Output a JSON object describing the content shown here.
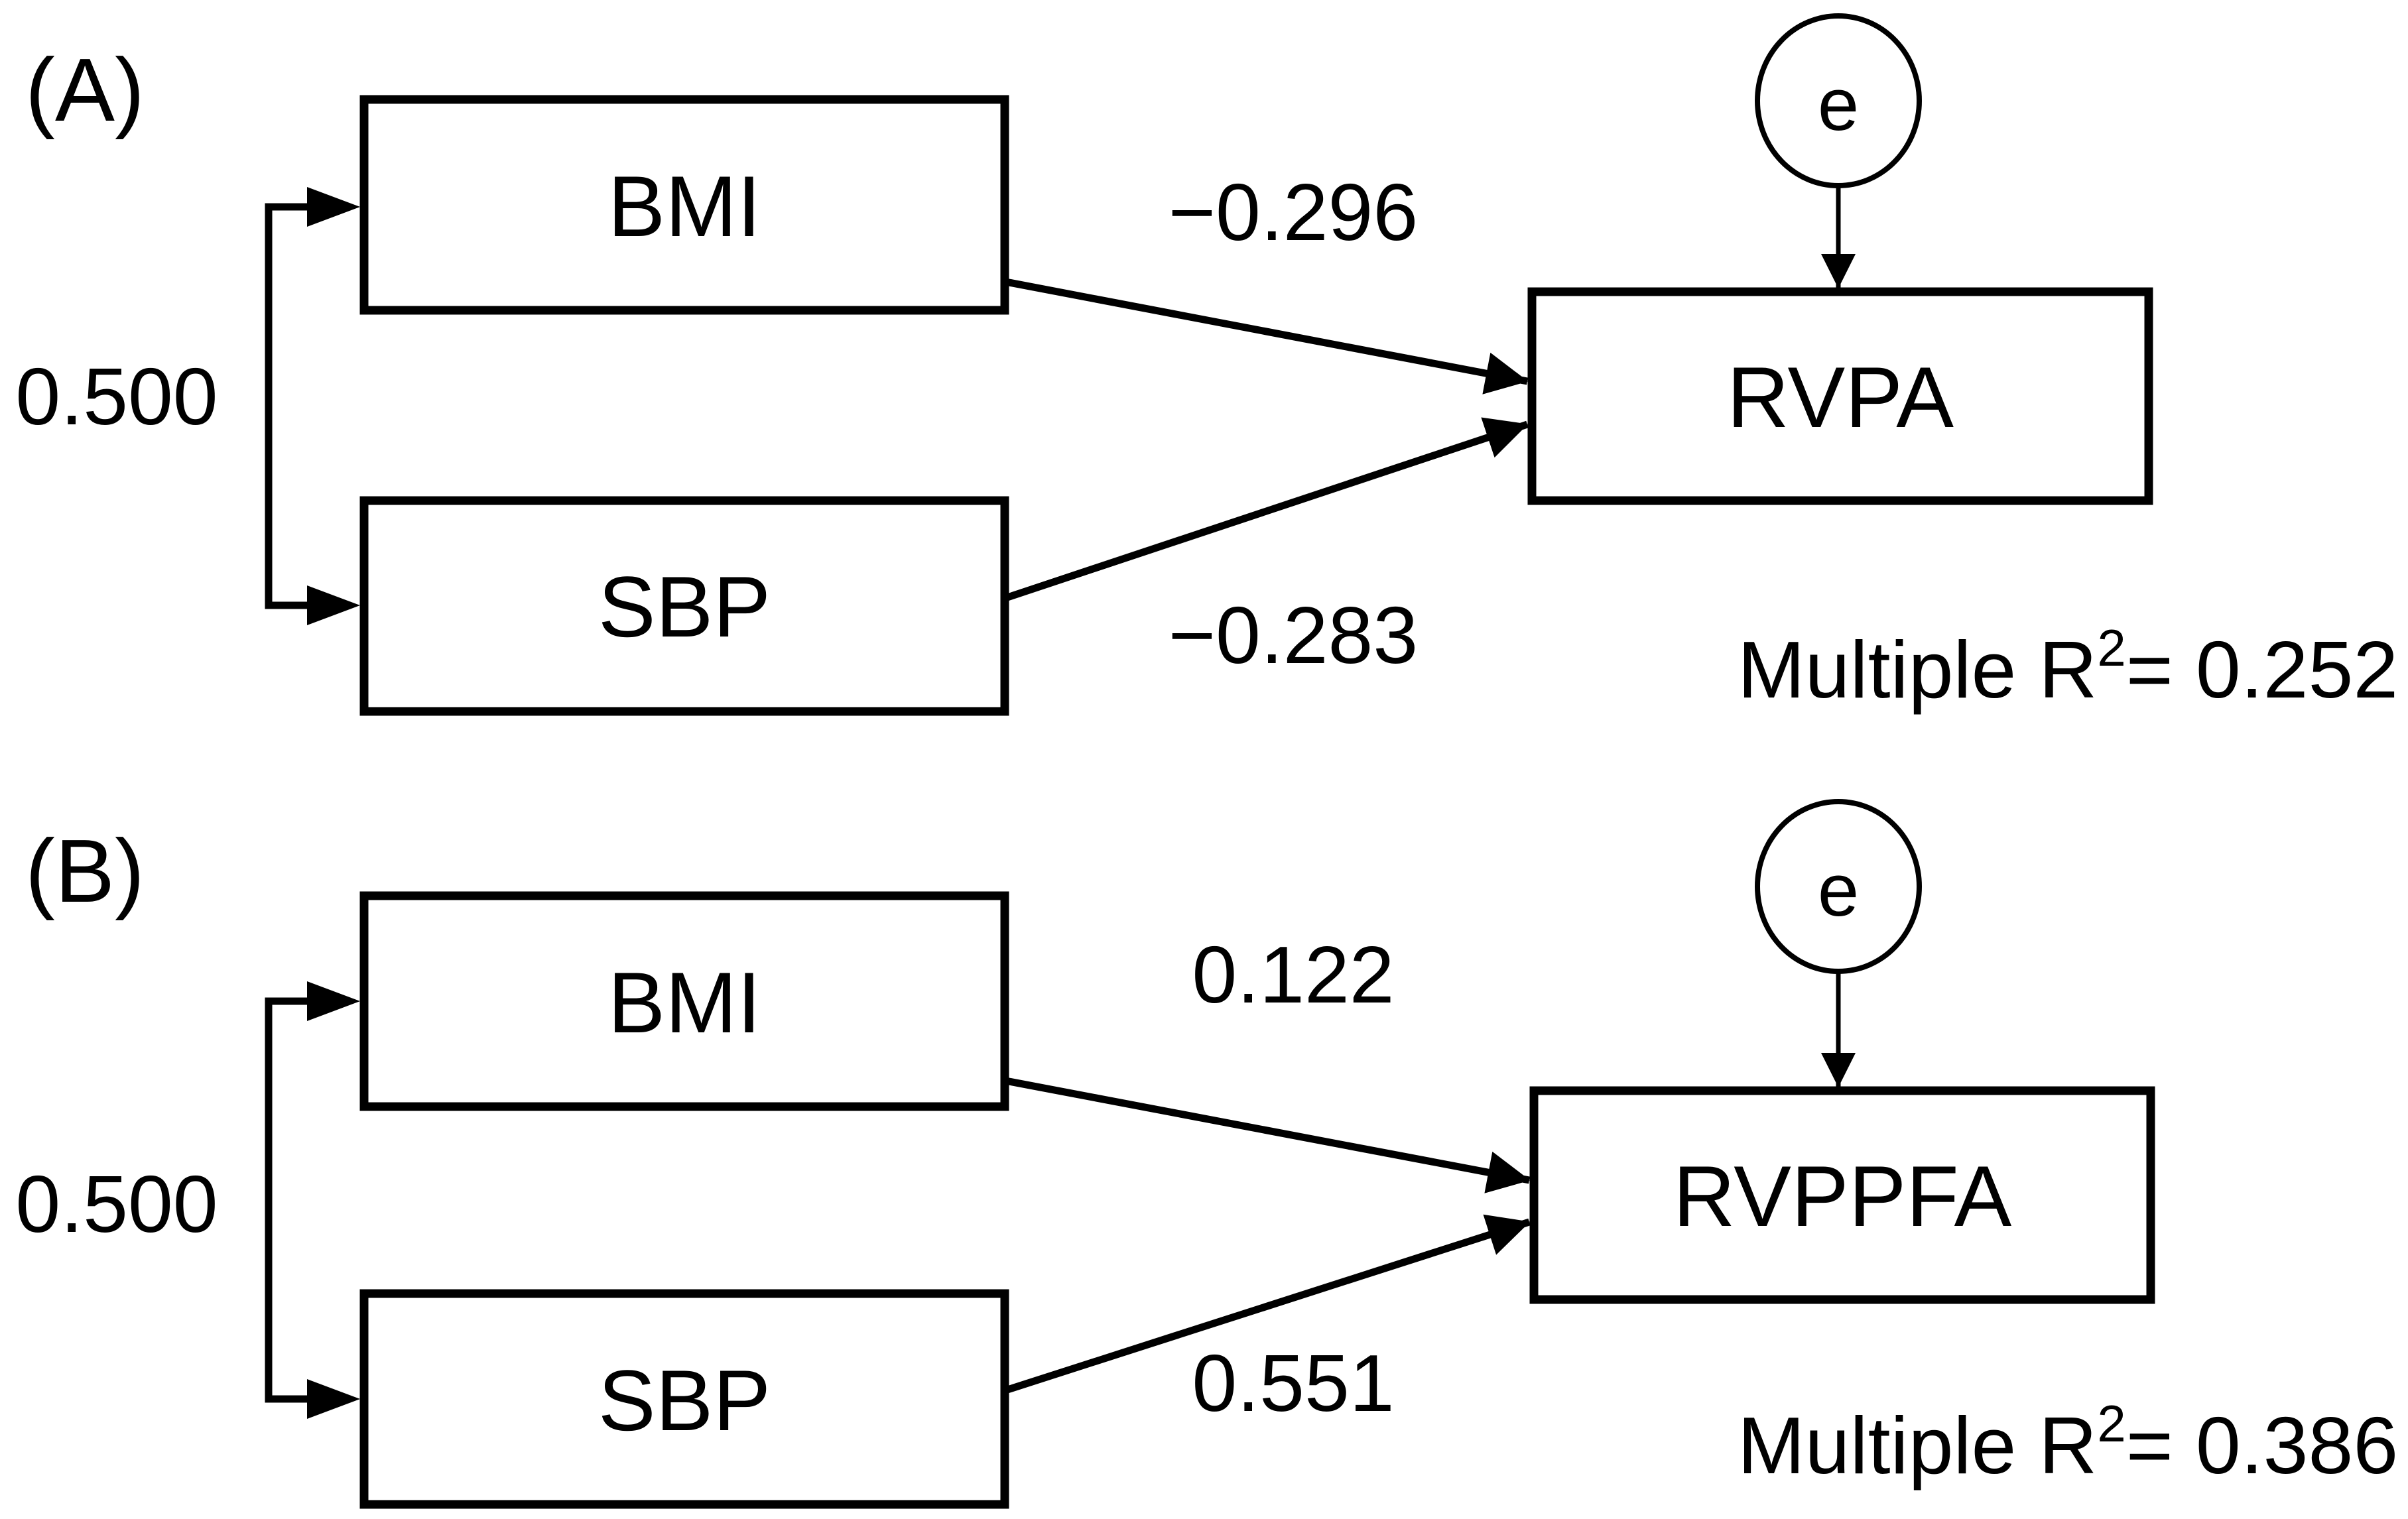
{
  "diagram": {
    "background": "#ffffff",
    "line_color": "#000000",
    "text_color": "#000000",
    "panels": [
      {
        "id": "A",
        "label": "(A)",
        "predictor_top": "BMI",
        "predictor_bottom": "SBP",
        "correlation": "0.500",
        "outcome": "RVPA",
        "error": "e",
        "path_top_coef": "−0.296",
        "path_bottom_coef": "−0.283",
        "r2_prefix": "Multiple R",
        "r2_sup": "2",
        "r2_value": "= 0.252"
      },
      {
        "id": "B",
        "label": "(B)",
        "predictor_top": "BMI",
        "predictor_bottom": "SBP",
        "correlation": "0.500",
        "outcome": "RVPPFA",
        "error": "e",
        "path_top_coef": "0.122",
        "path_bottom_coef": "0.551",
        "r2_prefix": "Multiple R",
        "r2_sup": "2",
        "r2_value": "= 0.386"
      }
    ]
  }
}
